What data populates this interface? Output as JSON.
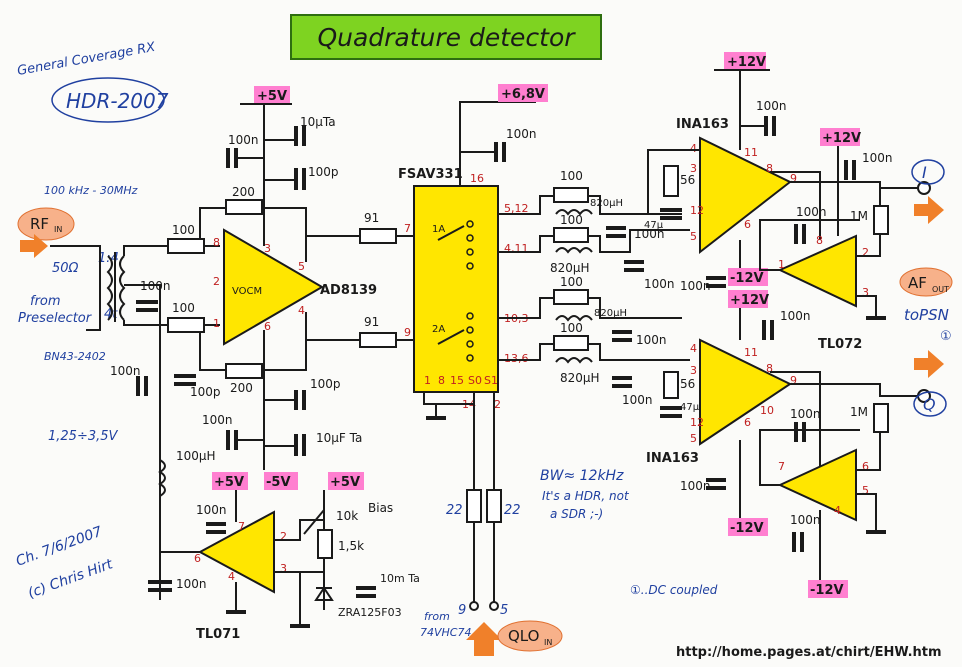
{
  "title": "Quadrature detector",
  "header": {
    "general": "General Coverage RX",
    "model": "HDR-2007",
    "range": "100 kHz - 30MHz"
  },
  "rf_input": {
    "label": "RF",
    "sub": "IN",
    "impedance": "50Ω",
    "ratio": "1:4",
    "turns": "4t",
    "from": [
      "from",
      "Preselector"
    ],
    "core": "BN43-2402",
    "bias_range": "1,25÷3,5V"
  },
  "power": {
    "p5v": "+5V",
    "m5v": "-5V",
    "p6v8": "+6,8V",
    "p12v": "+12V",
    "m12v": "-12V"
  },
  "components": {
    "c100n": "100n",
    "c10u": "10µTa",
    "c100p": "100p",
    "r200": "200",
    "r100": "100",
    "r91": "91",
    "r56": "56",
    "c47u": "47µ",
    "r1m": "1M",
    "r22": "22",
    "l820": "820µH",
    "l100": "100µH",
    "r10k": "10k",
    "bias": "Bias",
    "r1k5": "1,5k",
    "c10mta": "10m Ta",
    "zener": "ZRA125F03"
  },
  "ics": {
    "ad8139": "AD8139",
    "vocm": "VOCM",
    "fsav331": "FSAV331",
    "ina163": "INA163",
    "tl072": "TL072",
    "tl071": "TL071"
  },
  "pins": {
    "p8": "8",
    "p2": "2",
    "p1": "1",
    "p3": "3",
    "p5": "5",
    "p4": "4",
    "p6": "6",
    "p7": "7",
    "p9": "9",
    "p16": "16",
    "p14": "14",
    "p15": "15",
    "p11": "11",
    "p12": "12",
    "p10": "10",
    "s512": "5,12",
    "s411": "4,11",
    "s103": "10,3",
    "s136": "13,6",
    "s8": "8",
    "s15": "15",
    "s0": "S0",
    "s1": "S1",
    "sw1a": "1A",
    "sw2a": "2A"
  },
  "outputs": {
    "i": "I",
    "q": "Q",
    "af": "AF",
    "af_sub": "OUT",
    "topsn": "toPSN",
    "note_marker": "①"
  },
  "lo": {
    "label": "QLO",
    "sub": "IN",
    "from": "from",
    "source": "74VHC74",
    "pin9": "9",
    "pin5": "5"
  },
  "notes": {
    "bw": "BW≈ 12kHz",
    "hdr1": "It's a HDR, not",
    "hdr2": "a SDR ;-)",
    "dc": "①..DC coupled"
  },
  "signature": {
    "date": "Ch. 7/6/2007",
    "author": "(c) Chris Hirt"
  },
  "url": "http://home.pages.at/chirt/EHW.htm",
  "colors": {
    "ic_fill": "#ffe600",
    "ink": "#1a1a1a",
    "blue_ink": "#2040a0",
    "power_tag": "#ff7fd0",
    "title_bg": "#7ed321",
    "arrow": "#f0802a"
  }
}
